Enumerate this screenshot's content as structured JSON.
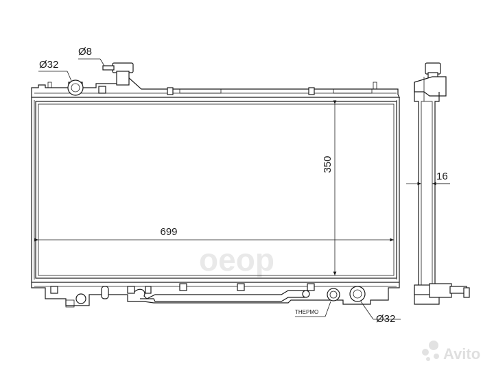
{
  "watermark": {
    "brand": "oeop",
    "site": "Avito"
  },
  "dimensions": {
    "width": "699",
    "height": "350",
    "thickness": "16",
    "inlet_pipe": "Ø32",
    "outlet_pipe": "Ø32",
    "overflow": "Ø8"
  },
  "labels": {
    "thermo": "THEPMO"
  }
}
